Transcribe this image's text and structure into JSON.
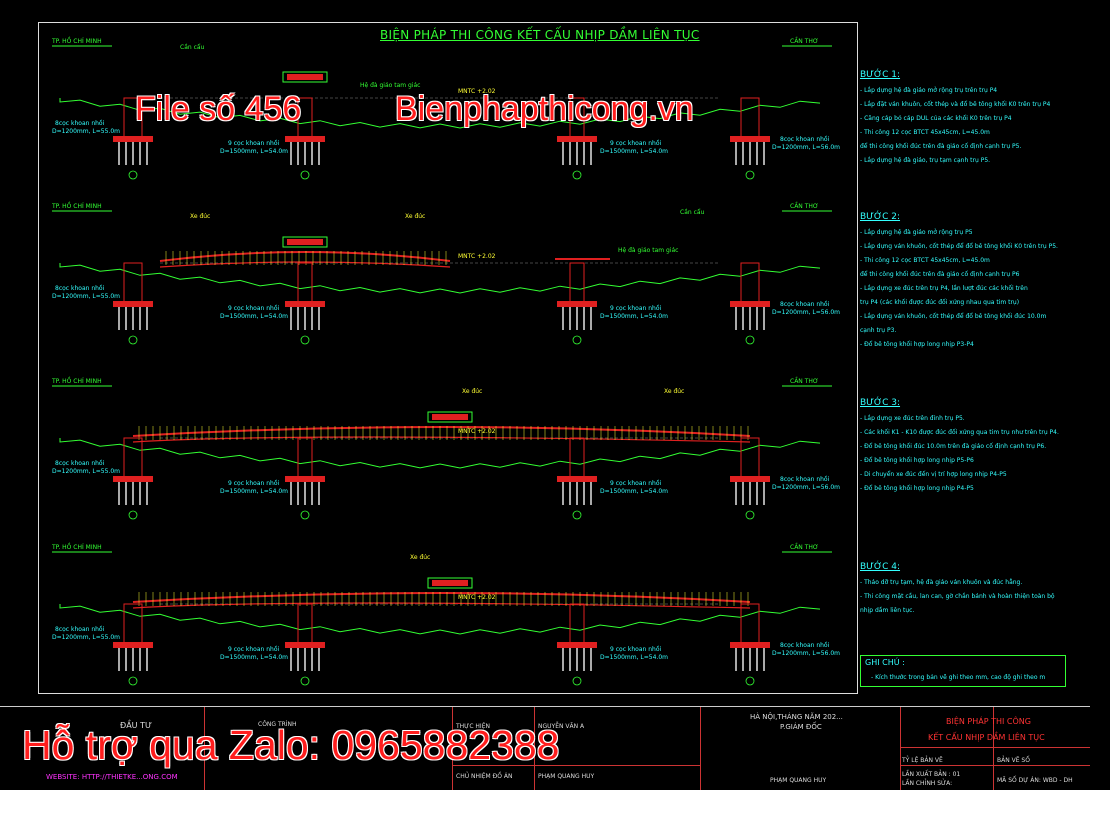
{
  "sheet": {
    "title": "BIỆN PHÁP THI CÔNG KẾT CẤU NHỊP DẦM LIÊN TỤC"
  },
  "rows": [
    {
      "left_dir": "TP. HỒ CHÍ MINH",
      "right_dir": "CẦN THƠ",
      "left_pile": "8cọc khoan nhồi",
      "left_pile_spec": "D=1200mm, L=55.0m",
      "mid_pile_a": "9 cọc khoan nhồi",
      "mid_pile_a_spec": "D=1500mm, L=54.0m",
      "mid_pile_b": "9 cọc khoan nhồi",
      "mid_pile_b_spec": "D=1500mm, L=54.0m",
      "right_pile": "8cọc khoan nhồi",
      "right_pile_spec": "D=1200mm, L=56.0m",
      "crane": "Cần cẩu",
      "label_a": "Hệ đà giáo tam giác",
      "mnc": "MNTC +2.02"
    },
    {
      "left_dir": "TP. HỒ CHÍ MINH",
      "right_dir": "CẦN THƠ",
      "left_pile": "8cọc khoan nhồi",
      "left_pile_spec": "D=1200mm, L=55.0m",
      "mid_pile_a": "9 cọc khoan nhồi",
      "mid_pile_a_spec": "D=1500mm, L=54.0m",
      "mid_pile_b": "9 cọc khoan nhồi",
      "mid_pile_b_spec": "D=1500mm, L=54.0m",
      "right_pile": "8cọc khoan nhồi",
      "right_pile_spec": "D=1200mm, L=56.0m",
      "crane": "Cần cẩu",
      "label_a": "Hệ đà giáo tam giác",
      "mnc": "MNTC +2.02",
      "traveller_a": "Xe đúc",
      "traveller_b": "Xe đúc"
    },
    {
      "left_dir": "TP. HỒ CHÍ MINH",
      "right_dir": "CẦN THƠ",
      "left_pile": "8cọc khoan nhồi",
      "left_pile_spec": "D=1200mm, L=55.0m",
      "mid_pile_a": "9 cọc khoan nhồi",
      "mid_pile_a_spec": "D=1500mm, L=54.0m",
      "mid_pile_b": "9 cọc khoan nhồi",
      "mid_pile_b_spec": "D=1500mm, L=54.0m",
      "right_pile": "8cọc khoan nhồi",
      "right_pile_spec": "D=1200mm, L=56.0m",
      "mnc": "MNTC +2.02",
      "traveller_a": "Xe đúc",
      "traveller_b": "Xe đúc"
    },
    {
      "left_dir": "TP. HỒ CHÍ MINH",
      "right_dir": "CẦN THƠ",
      "left_pile": "8cọc khoan nhồi",
      "left_pile_spec": "D=1200mm, L=55.0m",
      "mid_pile_a": "9 cọc khoan nhồi",
      "mid_pile_a_spec": "D=1500mm, L=54.0m",
      "mid_pile_b": "9 cọc khoan nhồi",
      "mid_pile_b_spec": "D=1500mm, L=54.0m",
      "right_pile": "8cọc khoan nhồi",
      "right_pile_spec": "D=1200mm, L=56.0m",
      "mnc": "MNTC +2.02",
      "traveller_a": "Xe đúc"
    }
  ],
  "steps": [
    {
      "head": "BƯỚC 1:",
      "lines": [
        "- Lắp dựng hệ đà giáo mở rộng trụ trên trụ P4",
        "- Lắp đặt ván khuôn, cốt thép và đổ bê tông khối K0 trên trụ P4",
        "- Căng cáp bó cáp DUL của các khối K0 trên trụ P4",
        "- Thi công 12 cọc BTCT 45x45cm, L=45.0m",
        "  để thi công khối đúc trên đà giáo cố định cạnh trụ P5.",
        "- Lắp dựng hệ đà giáo, trụ tạm cạnh trụ P5."
      ]
    },
    {
      "head": "BƯỚC 2:",
      "lines": [
        "- Lắp dựng hệ đà giáo mở rộng trụ P5",
        "- Lắp dựng ván khuôn, cốt thép để đổ bê tông khối K0 trên trụ P5.",
        "- Thi công 12 cọc BTCT 45x45cm, L=45.0m",
        "  để thi công khối đúc trên đà giáo cố định cạnh trụ P6",
        "- Lắp dựng xe đúc trên trụ P4, lần lượt đúc các khối trên",
        "  trụ P4 (các khối được đúc đối xứng nhau qua tim trụ)",
        "- Lắp dựng ván khuôn, cốt thép để đổ bê tông khối đúc 10.0m",
        "  cạnh trụ P3.",
        "- Đổ bê tông khối hợp long nhịp P3-P4"
      ]
    },
    {
      "head": "BƯỚC 3:",
      "lines": [
        "- Lắp dựng xe đúc trên đỉnh trụ P5.",
        "- Các khối K1 - K10 được đúc đối xứng qua tim trụ như trên trụ P4.",
        "- Đổ bê tông khối đúc 10.0m trên đà giáo cố định cạnh trụ P6.",
        "- Đổ bê tông khối hợp long nhịp P5-P6",
        "- Di chuyển xe đúc đến vị trí hợp long nhịp P4-P5",
        "- Đổ bê tông khối hợp long nhịp P4-P5"
      ]
    },
    {
      "head": "BƯỚC 4:",
      "lines": [
        "- Tháo dỡ trụ tạm, hệ đà giáo ván khuôn và đúc hẫng.",
        "- Thi công mặt cầu, lan can, gờ chắn bánh và hoàn thiện toàn bộ",
        "  nhịp dầm liên tục."
      ]
    }
  ],
  "notes": {
    "head": "GHI CHÚ :",
    "line": "- Kích thước trong bản vẽ ghi theo mm, cao độ ghi theo m"
  },
  "titleblock": {
    "owner": "ĐẦU TƯ",
    "project": "CÔNG TRÌNH",
    "design_role": "THỰC HIỆN",
    "designer": "NGUYỄN VĂN A",
    "chief_role": "CHỦ NHIỆM ĐỒ ÁN",
    "chief": "PHẠM QUANG HUY",
    "date": "HÀ NỘI,THÁNG  NĂM 202...",
    "director_role": "P.GIÁM ĐỐC",
    "director": "PHẠM QUANG HUY",
    "drawing_title_1": "BIỆN PHÁP THI CÔNG",
    "drawing_title_2": "KẾT CẤU NHỊP DẦM LIÊN TỤC",
    "scale_label": "TỶ LỆ BẢN VẼ",
    "sheet_label": "BẢN VẼ SỐ",
    "issue_label": "LẦN XUẤT BẢN : 01",
    "rev_label": "LẦN CHỈNH SỬA:",
    "code_label": "MÃ SỐ DỰ ÁN: WBD - DH",
    "website": "WEBSITE: HTTP://THIETKE...ONG.COM"
  },
  "overlays": {
    "file_no": "File số 456",
    "site": "Bienphapthicong.vn",
    "support": "Hỗ trợ qua Zalo: 0965882388"
  },
  "colors": {
    "background": "#000000",
    "overlay_red": "#ff1e1e",
    "cad_green": "#33ff33",
    "cad_cyan": "#33ffff",
    "cad_red": "#e02020",
    "cad_yellow": "#ffff33"
  }
}
